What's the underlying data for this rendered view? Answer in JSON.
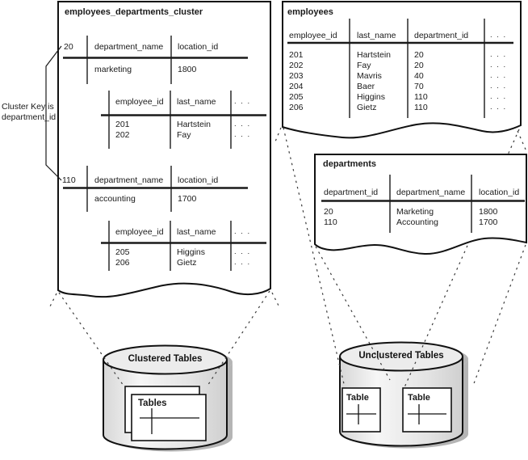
{
  "shared": {
    "dots": ". . ."
  },
  "cluster_key_note": {
    "line1": "Cluster Key is",
    "line2": "department_id"
  },
  "cluster_panel": {
    "title": "employees_departments_cluster",
    "sections": [
      {
        "key": "20",
        "dept_headers": [
          "department_name",
          "location_id"
        ],
        "dept_row": [
          "marketing",
          "1800"
        ],
        "emp_headers": [
          "employee_id",
          "last_name"
        ],
        "emp_rows": [
          [
            "201",
            "Hartstein"
          ],
          [
            "202",
            "Fay"
          ]
        ]
      },
      {
        "key": "110",
        "dept_headers": [
          "department_name",
          "location_id"
        ],
        "dept_row": [
          "accounting",
          "1700"
        ],
        "emp_headers": [
          "employee_id",
          "last_name"
        ],
        "emp_rows": [
          [
            "205",
            "Higgins"
          ],
          [
            "206",
            "Gietz"
          ]
        ]
      }
    ]
  },
  "employees_panel": {
    "title": "employees",
    "headers": [
      "employee_id",
      "last_name",
      "department_id"
    ],
    "rows": [
      [
        "201",
        "Hartstein",
        "20"
      ],
      [
        "202",
        "Fay",
        "20"
      ],
      [
        "203",
        "Mavris",
        "40"
      ],
      [
        "204",
        "Baer",
        "70"
      ],
      [
        "205",
        "Higgins",
        "110"
      ],
      [
        "206",
        "Gietz",
        "110"
      ]
    ]
  },
  "departments_panel": {
    "title": "departments",
    "headers": [
      "department_id",
      "department_name",
      "location_id"
    ],
    "rows": [
      [
        "20",
        "Marketing",
        "1800"
      ],
      [
        "110",
        "Accounting",
        "1700"
      ]
    ]
  },
  "clustered_cylinder": {
    "label": "Clustered Tables",
    "card_label": "Tables"
  },
  "unclustered_cylinder": {
    "label": "Unclustered Tables",
    "card_labels": [
      "Table",
      "Table"
    ]
  },
  "colors": {
    "ink": "#1a1a1a",
    "cylinder_fill": "#ececec",
    "shadow": "#b5b5b5"
  }
}
